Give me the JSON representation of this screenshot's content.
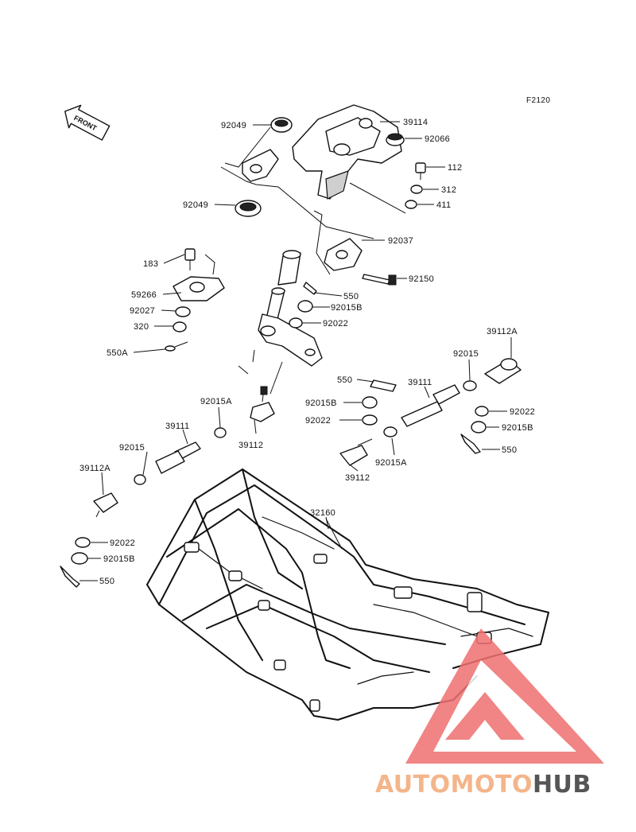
{
  "figure_ref": "F2120",
  "front_arrow": {
    "text": "FRONT"
  },
  "labels": [
    {
      "id": "92049-top",
      "text": "92049"
    },
    {
      "id": "39114",
      "text": "39114"
    },
    {
      "id": "92066",
      "text": "92066"
    },
    {
      "id": "112",
      "text": "112"
    },
    {
      "id": "312",
      "text": "312"
    },
    {
      "id": "411",
      "text": "411"
    },
    {
      "id": "92049-bottom",
      "text": "92049"
    },
    {
      "id": "92037",
      "text": "92037"
    },
    {
      "id": "92150",
      "text": "92150"
    },
    {
      "id": "183",
      "text": "183"
    },
    {
      "id": "59266",
      "text": "59266"
    },
    {
      "id": "92027",
      "text": "92027"
    },
    {
      "id": "320",
      "text": "320"
    },
    {
      "id": "550A",
      "text": "550A"
    },
    {
      "id": "550-center",
      "text": "550"
    },
    {
      "id": "92015B-center",
      "text": "92015B"
    },
    {
      "id": "92022-center",
      "text": "92022"
    },
    {
      "id": "92015A-left",
      "text": "92015A"
    },
    {
      "id": "39111-left",
      "text": "39111"
    },
    {
      "id": "92015-left",
      "text": "92015"
    },
    {
      "id": "39112-left",
      "text": "39112"
    },
    {
      "id": "39112A-left",
      "text": "39112A"
    },
    {
      "id": "92022-left",
      "text": "92022"
    },
    {
      "id": "92015B-left",
      "text": "92015B"
    },
    {
      "id": "550-left",
      "text": "550"
    },
    {
      "id": "32160",
      "text": "32160"
    },
    {
      "id": "39112A-right",
      "text": "39112A"
    },
    {
      "id": "92015-right",
      "text": "92015"
    },
    {
      "id": "550-right-top",
      "text": "550"
    },
    {
      "id": "39111-right",
      "text": "39111"
    },
    {
      "id": "92015B-right-mid",
      "text": "92015B"
    },
    {
      "id": "92022-right-mid",
      "text": "92022"
    },
    {
      "id": "92015A-right",
      "text": "92015A"
    },
    {
      "id": "39112-right",
      "text": "39112"
    },
    {
      "id": "92022-right",
      "text": "92022"
    },
    {
      "id": "92015B-right",
      "text": "92015B"
    },
    {
      "id": "550-right",
      "text": "550"
    }
  ],
  "watermark": {
    "part1": "AUTOMOTO",
    "part2": "HUB",
    "color1": "#f4b58a",
    "color2": "#555555",
    "logo_color": "#ef6f6f"
  }
}
